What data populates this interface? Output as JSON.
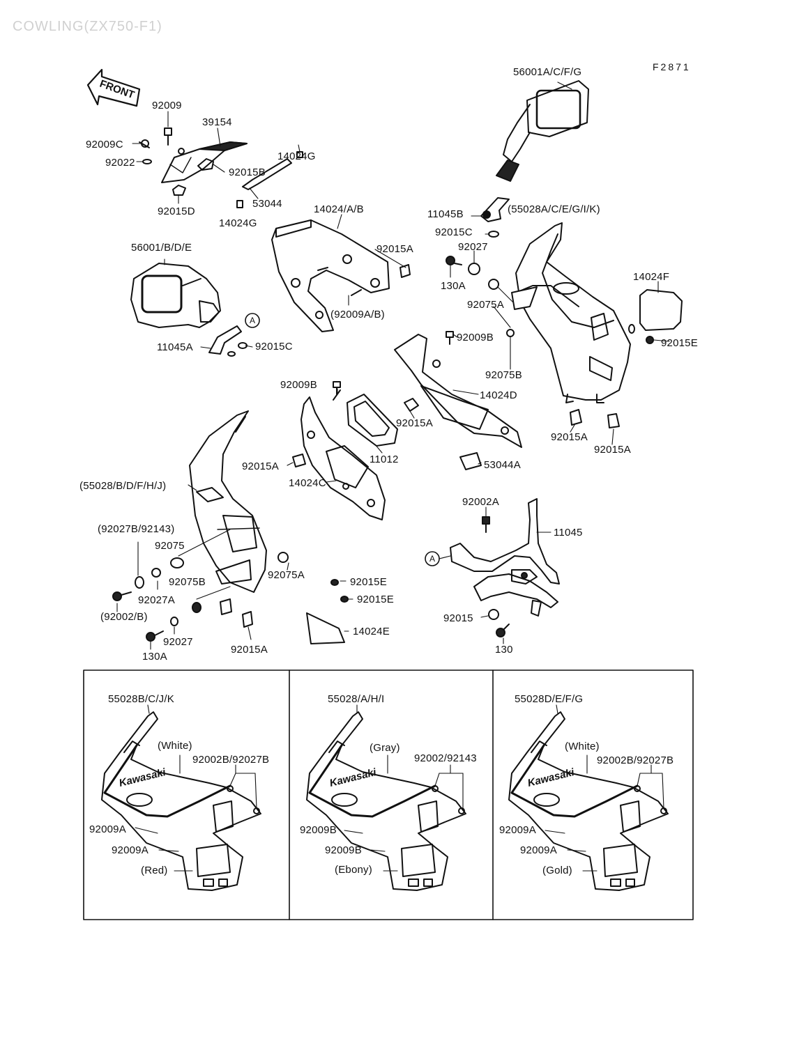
{
  "page_title": "COWLING(ZX750-F1)",
  "figure_code": "F2871",
  "front_label": "FRONT",
  "brand_text": "Kawasaki",
  "ref_mark": "A",
  "parts": {
    "p92009": "92009",
    "p39154": "39154",
    "p92009C": "92009C",
    "p92022": "92022",
    "p14024G_top": "14024G",
    "p92015B": "92015B",
    "p53044": "53044",
    "p92015D": "92015D",
    "p14024G_bottom": "14024G",
    "p14024AB": "14024/A/B",
    "p92015A_1": "92015A",
    "p92009AB": "(92009A/B)",
    "p56001BDE": "56001/B/D/E",
    "p11045A": "11045A",
    "p92015C_left": "92015C",
    "p56001ACFG": "56001A/C/F/G",
    "p11045B": "11045B",
    "p55028ACEGIK": "(55028A/C/E/G/I/K)",
    "p92015C_right": "92015C",
    "p92027_top": "92027",
    "p130A_top": "130A",
    "p92075A_top": "92075A",
    "p14024F": "14024F",
    "p92015E_right": "92015E",
    "p92009B_top": "92009B",
    "p92075B_top": "92075B",
    "p14024D": "14024D",
    "p92015A_2": "92015A",
    "p92015A_3": "92015A",
    "p92015A_4": "92015A",
    "p92009B_mid": "92009B",
    "p11012": "11012",
    "p92015A_5": "92015A",
    "p14024C": "14024C",
    "p53044A": "53044A",
    "p55028BDFHJ": "(55028/B/D/F/H/J)",
    "p92027B92143": "(92027B/92143)",
    "p92075": "92075",
    "p92075B_bottom": "92075B",
    "p92027A": "92027A",
    "p92002B": "(92002/B)",
    "p92027_bottom": "92027",
    "p130A_bottom": "130A",
    "p92015A_6": "92015A",
    "p92075A_bottom": "92075A",
    "p92015E_1": "92015E",
    "p92015E_2": "92015E",
    "p14024E": "14024E",
    "p92002A": "92002A",
    "p11045": "11045",
    "p92015": "92015",
    "p130": "130"
  },
  "variants": [
    {
      "part": "55028B/C/J/K",
      "stripe_color": "(White)",
      "fasteners": "92002B/92027B",
      "screw_upper": "92009A",
      "screw_lower": "92009A",
      "body_color": "(Red)"
    },
    {
      "part": "55028/A/H/I",
      "stripe_color": "(Gray)",
      "fasteners": "92002/92143",
      "screw_upper": "92009B",
      "screw_lower": "92009B",
      "body_color": "(Ebony)"
    },
    {
      "part": "55028D/E/F/G",
      "stripe_color": "(White)",
      "fasteners": "92002B/92027B",
      "screw_upper": "92009A",
      "screw_lower": "92009A",
      "body_color": "(Gold)"
    }
  ]
}
